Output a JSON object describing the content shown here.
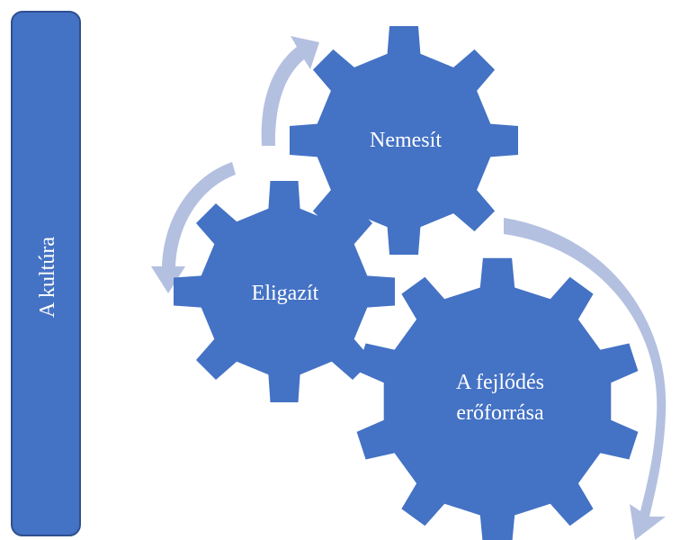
{
  "sidebar": {
    "label": "A kultúra"
  },
  "gears": {
    "top": {
      "label": "Nemesít"
    },
    "left": {
      "label": "Eligazít"
    },
    "big": {
      "line1": "A fejlődés",
      "line2": "erőforrása"
    }
  },
  "colors": {
    "gear_fill": "#4472C4",
    "arrow_fill": "#B4C0E0",
    "sidebar_stroke": "#2F4F8F"
  }
}
